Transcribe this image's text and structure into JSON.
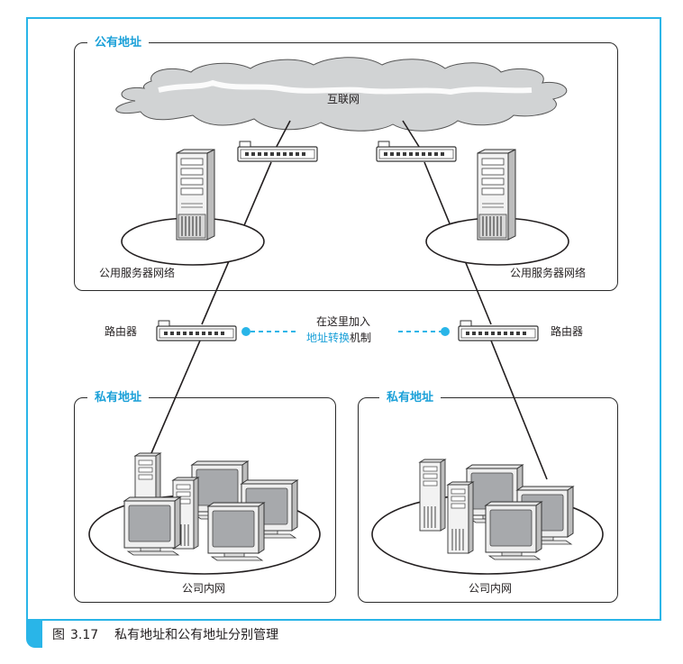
{
  "figure": {
    "number_prefix": "图",
    "number": "3.17",
    "title": "私有地址和公有地址分别管理"
  },
  "public_section": {
    "title": "公有地址",
    "internet_label": "互联网",
    "left_network_label": "公用服务器网络",
    "right_network_label": "公用服务器网络"
  },
  "routers": {
    "left_label": "路由器",
    "right_label": "路由器"
  },
  "nat_note": {
    "line1": "在这里加入",
    "line2_highlight": "地址转换",
    "line2_rest": "机制"
  },
  "private_left": {
    "title": "私有地址",
    "network_label": "公司内网"
  },
  "private_right": {
    "title": "私有地址",
    "network_label": "公司内网"
  },
  "colors": {
    "accent": "#29b5e8",
    "title_text": "#1aa0d8",
    "line": "#231f20"
  }
}
